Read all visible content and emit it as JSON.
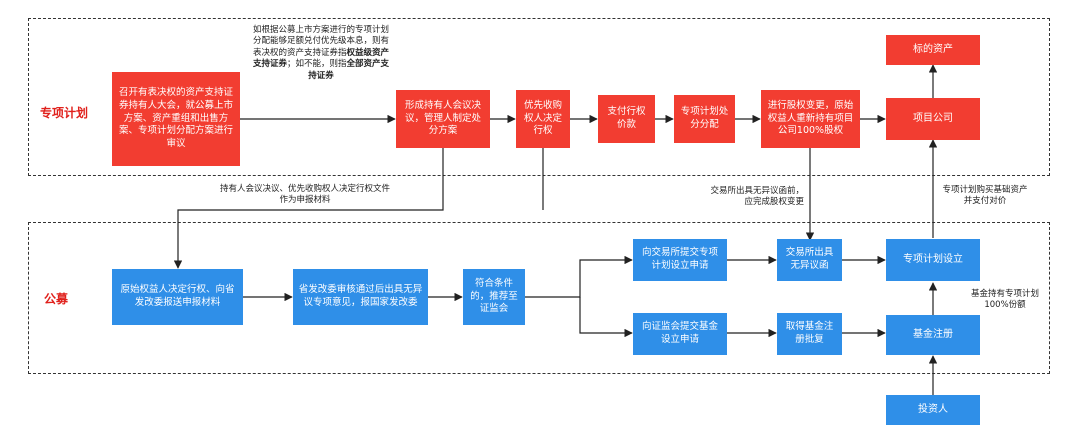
{
  "zones": {
    "special": {
      "label": "专项计划"
    },
    "public": {
      "label": "公募"
    }
  },
  "nodes": {
    "r_meeting": "召开有表决权的资产支持证券持有人大会，就公募上市方案、资产重组和出售方案、专项计划分配方案进行审议",
    "r_resolution": "形成持有人会议决议，管理人制定处分方案",
    "r_preempt": "优先收购权人决定行权",
    "r_pay": "支付行权价款",
    "r_distribute": "专项计划处分分配",
    "r_equity": "进行股权变更，原始权益人重新持有项目公司100%股权",
    "r_project": "项目公司",
    "r_asset": "标的资产",
    "b_apply": "原始权益人决定行权、向省发改委报送申报材料",
    "b_provincial": "省发改委审核通过后出具无异议专项意见，报国家发改委",
    "b_qualified": "符合条件的，推荐至证监会",
    "b_exchange": "向交易所提交专项计划设立申请",
    "b_csrc": "向证监会提交基金设立申请",
    "b_noobj": "交易所出具无异议函",
    "b_approval": "取得基金注册批复",
    "b_plan": "专项计划设立",
    "b_fund": "基金注册",
    "b_investor": "投资人"
  },
  "notes": {
    "top_p1": "如根据公募上市方案进行的专项计划分配能够足额兑付优先级本息，则有表决权的资产支持证券指",
    "top_b1": "权益级资产支持证券",
    "top_p2": "；如不能，则指",
    "top_b2": "全部资产支持证券",
    "middle": "持有人会议决议、优先收购权人决定行权文件作为申报材料",
    "exchange": "交易所出具无异议函前，应完成股权变更",
    "purchase": "专项计划购买基础资产并支付对价",
    "fund_hold": "基金持有专项计划100%份额"
  }
}
